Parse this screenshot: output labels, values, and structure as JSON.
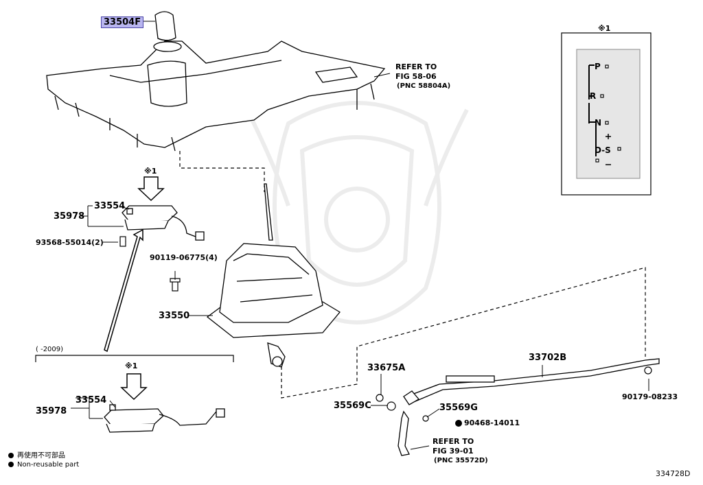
{
  "highlight_part": "33504F",
  "labels": {
    "p33554_top": "33554",
    "p35978_top": "35978",
    "p93568": "93568-55014(2)",
    "p90119": "90119-06775(4)",
    "p33550": "33550",
    "year_range": "(     -2009)",
    "p33554_bot": "33554",
    "p35978_bot": "35978",
    "p33675A": "33675A",
    "p35569C": "35569C",
    "p35569G": "35569G",
    "p90468": "90468-14011",
    "p33702B": "33702B",
    "p90179": "90179-08233",
    "mark1": "※1",
    "mark2": "※1",
    "mark3": "※1"
  },
  "refer_top": {
    "line1": "REFER TO",
    "line2": "FIG 58-06",
    "line3": "(PNC 58804A)"
  },
  "refer_bot": {
    "line1": "REFER TO",
    "line2": "FIG 39-01",
    "line3": "(PNC 35572D)"
  },
  "gate": {
    "P": "P",
    "R": "R",
    "N": "N",
    "DS": "D-S",
    "plus": "+",
    "minus": "−"
  },
  "legend": {
    "jp": "再使用不可部品",
    "en": "Non-reusable part"
  },
  "diagram_id": "334728D"
}
